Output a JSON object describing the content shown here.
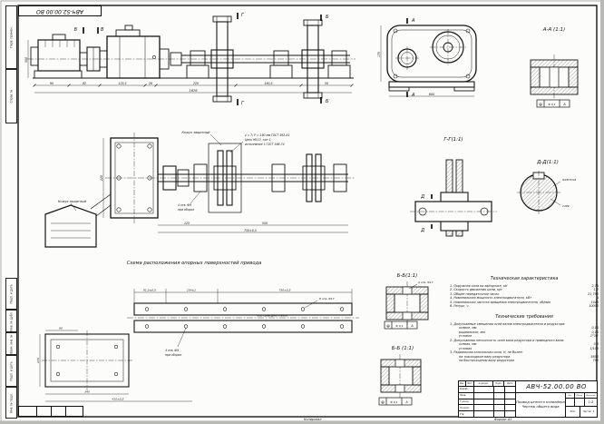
{
  "sheet": {
    "doc_number": "АВЧ-52.00.00 ВО",
    "copied_note": "Копировал",
    "format_note": "Формат A1",
    "line_color": "#161616"
  },
  "margins": {
    "perv_primen": "Перв. примен.",
    "sprav_no": "Справ. №",
    "podp_data": "Подп. и дата",
    "inv_dubl": "Инв. № дубл.",
    "vzam_inv": "Взам. инв. №",
    "inv_podl": "Инв. № подл."
  },
  "marks": {
    "a": "А",
    "b": "Б",
    "v": "В",
    "g": "Г",
    "d": "Д"
  },
  "section_labels": {
    "aa": "А-А (1:1)",
    "gg": "Г-Г(1:1)",
    "dd": "Д-Д(1:1)",
    "bb1": "Б-Б(1:1)",
    "bb2": "Б-Б (1:1)"
  },
  "tol_frame": {
    "symbol": "⊕",
    "value": "Ф 0,1",
    "datum": "А"
  },
  "notes": {
    "holes_assembly_1": "4 отв. Ф9",
    "holes_assembly_2": "при сборке"
  },
  "main_view": {
    "dim_left": "500",
    "dims": [
      "90",
      "82",
      "125,5",
      "28",
      "220",
      "180,5",
      "50"
    ],
    "dim_total": "1676"
  },
  "side_view": {
    "dim_bottom": "600",
    "dim_left": "175"
  },
  "plan_view": {
    "cover_label": "Кожух защитный",
    "chain_note_1": "z = 7; Р = 160 мм ГОСТ 592-81",
    "chain_note_2": "Цепь М112, тип 1,",
    "chain_note_3": "исполнение 1 ГОСТ 588-74",
    "dim_125": "125",
    "dim_550": "550",
    "dim_total": "750±0,5",
    "dim_vert": "220"
  },
  "section_dd": {
    "fit_label": "Ф45Н7/к6",
    "key_label": "14Р9"
  },
  "section_bb1": {
    "note": "4 отв. Ф17"
  },
  "schema": {
    "title": "Схема расположения опорных поверхностей привода",
    "axis_label": "Ось приводного вала",
    "dims": {
      "d1": "91,5±0,5",
      "d2": "254±1",
      "d3": "750±0,5",
      "d4": "410±0,5",
      "d5": "340",
      "d6": "90",
      "d7": "270",
      "d8": "8 отв. Ф17"
    }
  },
  "tech_char": {
    "title": "Техническая характеристика",
    "items": [
      {
        "text": "1. Окружная сила на звёздочке, кН",
        "value": "2,75"
      },
      {
        "text": "2. Скорость движения цепи, м/с",
        "value": "1,2"
      },
      {
        "text": "3. Общее передаточное число",
        "value": "21,795"
      },
      {
        "text": "4. Номинальная мощность электродвигателя, кВт",
        "value": "4"
      },
      {
        "text": "5. Номинальная частота вращения электродвигателя, об/мин",
        "value": "1445"
      },
      {
        "text": "6. Ресурс, ч",
        "value": "10000"
      }
    ]
  },
  "tech_req": {
    "title": "Технические требования",
    "items": [
      {
        "text": "1. Допускаемые смещения осей валов электродвигателя и редуктора:",
        "value": ""
      },
      {
        "text": "осевое, мм",
        "value": "0,15"
      },
      {
        "text": "радиальное, мм",
        "value": "0,15"
      },
      {
        "text": "угловое",
        "value": "1°30'"
      },
      {
        "text": "2. Допускаемая несоосность осей вала редуктора и приводного вала:",
        "value": ""
      },
      {
        "text": "осевая, мм",
        "value": "0,3"
      },
      {
        "text": "угловая",
        "value": "1/100"
      },
      {
        "text": "3. Радиальная консольная сила, Н, не более:",
        "value": ""
      },
      {
        "text": "на тихоходном валу редуктора",
        "value": "5650"
      },
      {
        "text": "на быстроходном валу редуктора",
        "value": "750"
      }
    ]
  },
  "title_block": {
    "doc_number": "АВЧ-52.00.00 ВО",
    "name_line_1": "Привод цепного конвейера",
    "name_line_2": "Чертеж общего вида",
    "header_cols": [
      "Изм.",
      "Лист",
      "№ докум.",
      "Подп.",
      "Дата"
    ],
    "row_labels": [
      "Разраб.",
      "Пров.",
      "Т.контр.",
      "Н.контр.",
      "Утв."
    ],
    "lit_label": "Лит.",
    "mass_label": "Масса",
    "scale_label": "Масштаб",
    "scale_value": "1:2",
    "sheet_label": "Лист",
    "sheets_label": "Листов",
    "sheets_value": "1"
  }
}
